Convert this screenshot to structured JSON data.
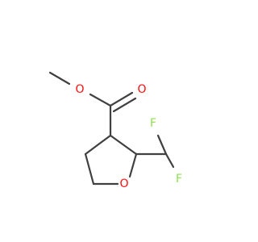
{
  "molecule": {
    "atoms": {
      "ester_o_single": {
        "symbol": "O",
        "color": "#ff0d0d"
      },
      "ester_o_double": {
        "symbol": "O",
        "color": "#ff0d0d"
      },
      "ring_o": {
        "symbol": "O",
        "color": "#ff0d0d"
      },
      "fluorine_1": {
        "symbol": "F",
        "color": "#90e050"
      },
      "fluorine_2": {
        "symbol": "F",
        "color": "#90e050"
      }
    },
    "bond_color": "#404040"
  }
}
